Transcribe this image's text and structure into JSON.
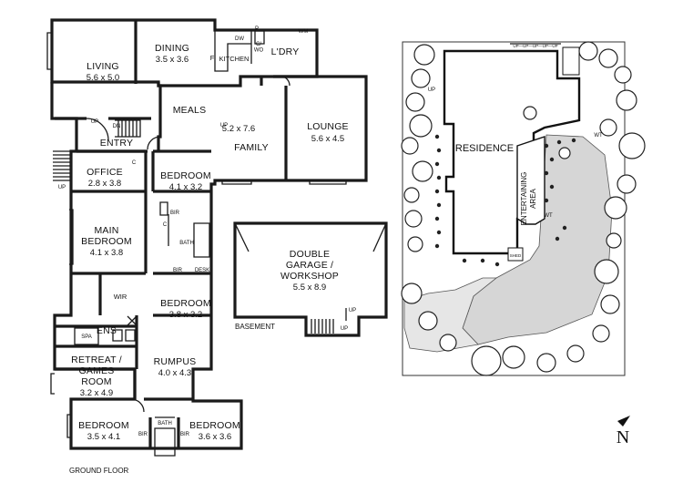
{
  "floor_label": "GROUND FLOOR",
  "basement_label": "BASEMENT",
  "rooms": {
    "living": {
      "name": "LIVING",
      "dims": "5.6 x 5.0"
    },
    "dining": {
      "name": "DINING",
      "dims": "3.5 x 3.6"
    },
    "kitchen": {
      "name": "KITCHEN"
    },
    "laundry": {
      "name": "L'DRY"
    },
    "meals": {
      "name": "MEALS"
    },
    "family": {
      "name": "FAMILY",
      "dims": "5.2 x 7.6"
    },
    "lounge": {
      "name": "LOUNGE",
      "dims": "5.6 x 4.5"
    },
    "entry": {
      "name": "ENTRY"
    },
    "office": {
      "name": "OFFICE",
      "dims": "2.8 x 3.8"
    },
    "bedroom_top": {
      "name": "BEDROOM",
      "dims": "4.1 x 3.2"
    },
    "main_bedroom": {
      "name_line1": "MAIN",
      "name_line2": "BEDROOM",
      "dims": "4.1 x 3.8"
    },
    "wir": {
      "name": "WIR"
    },
    "bedroom_mid": {
      "name": "BEDROOM",
      "dims": "3.8 x 3.2"
    },
    "ens": {
      "name": "ENS"
    },
    "retreat": {
      "name_line1": "RETREAT /",
      "name_line2": "GAMES",
      "name_line3": "ROOM",
      "dims": "3.2 x 4.9"
    },
    "rumpus": {
      "name": "RUMPUS",
      "dims": "4.0 x 4.3"
    },
    "bedroom_bl": {
      "name": "BEDROOM",
      "dims": "3.5 x 4.1"
    },
    "bedroom_br": {
      "name": "BEDROOM",
      "dims": "3.6 x 3.6"
    },
    "garage": {
      "name_line1": "DOUBLE",
      "name_line2": "GARAGE /",
      "name_line3": "WORKSHOP",
      "dims": "5.5 x 8.9"
    }
  },
  "fixtures": {
    "up": "UP",
    "dn": "DN",
    "c": "C",
    "p": "P",
    "dw": "DW",
    "cwo": "C/\nWO",
    "wm": "WM",
    "f": "F",
    "bir": "BIR",
    "bath": "BATH",
    "desk": "DESK",
    "spa": "SPA"
  },
  "site_plan": {
    "residence": "RESIDENCE",
    "entertaining_line1": "ENTERTAINING",
    "entertaining_line2": "AREA",
    "shed": "SHED",
    "up": "UP",
    "wt": "WT",
    "wt_tank": "WT",
    "fence": "UP—UP—UP—UP—UP"
  },
  "north": "N"
}
